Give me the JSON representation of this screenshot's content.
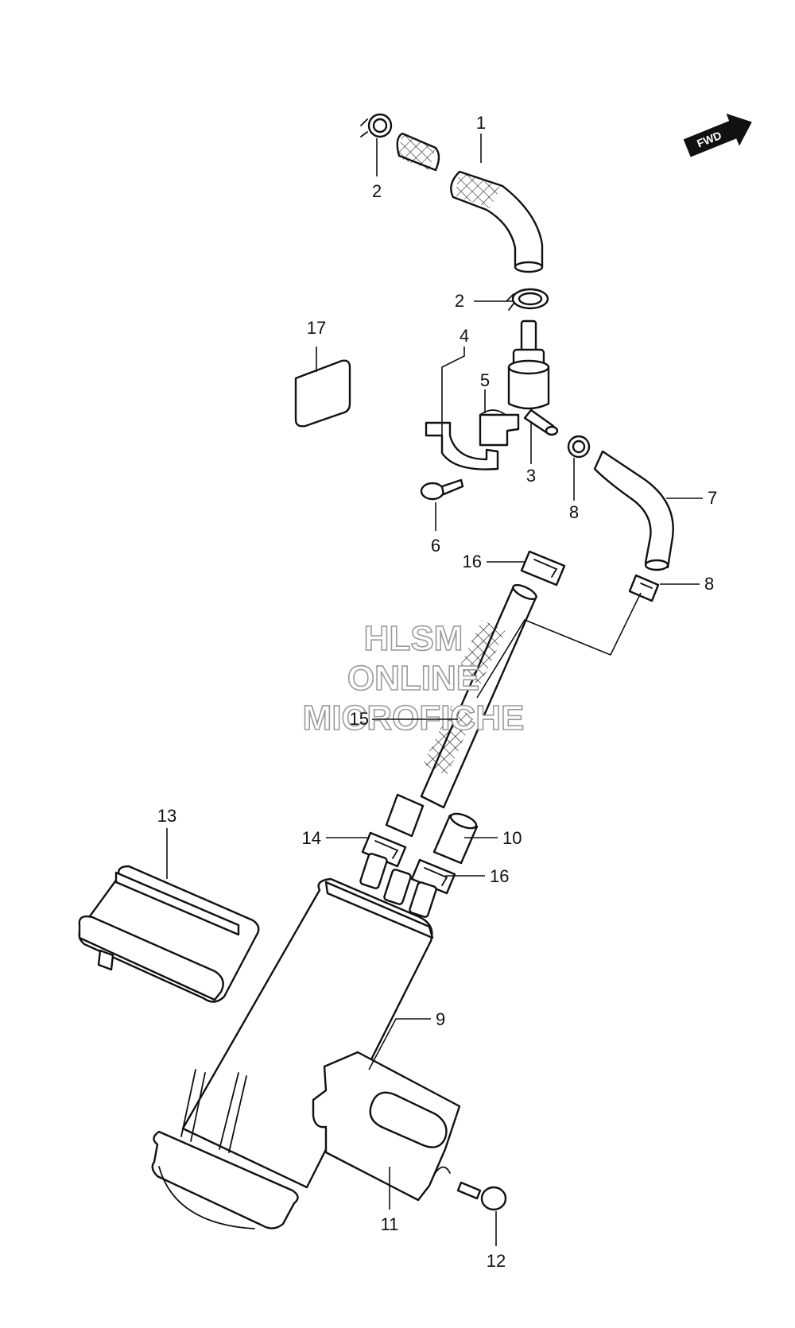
{
  "watermark": {
    "line1": "HLSM",
    "line2": "ONLINE",
    "line3": "MICROFICHE"
  },
  "fwd_badge": "FWD",
  "callouts": [
    {
      "id": "c1",
      "label": "1"
    },
    {
      "id": "c2a",
      "label": "2"
    },
    {
      "id": "c2b",
      "label": "2"
    },
    {
      "id": "c3",
      "label": "3"
    },
    {
      "id": "c4",
      "label": "4"
    },
    {
      "id": "c5",
      "label": "5"
    },
    {
      "id": "c6",
      "label": "6"
    },
    {
      "id": "c7",
      "label": "7"
    },
    {
      "id": "c8a",
      "label": "8"
    },
    {
      "id": "c8b",
      "label": "8"
    },
    {
      "id": "c9",
      "label": "9"
    },
    {
      "id": "c10",
      "label": "10"
    },
    {
      "id": "c11",
      "label": "11"
    },
    {
      "id": "c12",
      "label": "12"
    },
    {
      "id": "c13",
      "label": "13"
    },
    {
      "id": "c14",
      "label": "14"
    },
    {
      "id": "c15",
      "label": "15"
    },
    {
      "id": "c16a",
      "label": "16"
    },
    {
      "id": "c16b",
      "label": "16"
    },
    {
      "id": "c17",
      "label": "17"
    }
  ],
  "colors": {
    "line": "#111111",
    "watermark_outline": "#9a9a9a",
    "background": "#ffffff"
  }
}
